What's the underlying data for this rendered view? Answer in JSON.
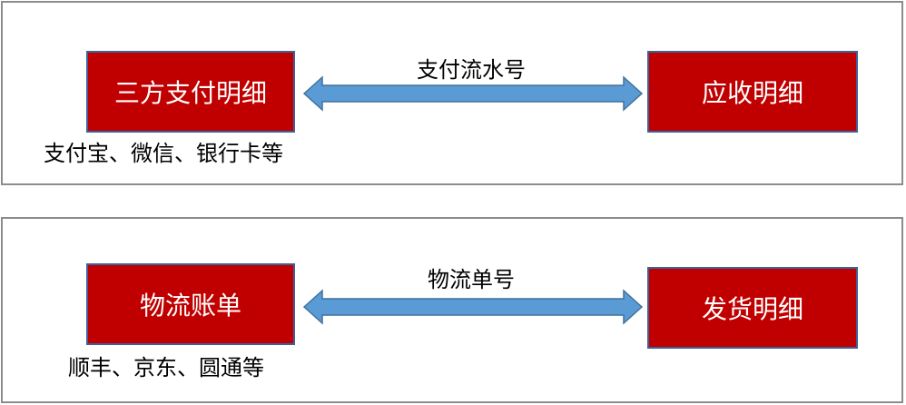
{
  "colors": {
    "box_fill": "#c00000",
    "box_border": "#3f5f9a",
    "arrow_fill": "#5b9bd5",
    "arrow_stroke": "#41719c",
    "panel_border": "#8c8c8c"
  },
  "panels": [
    {
      "left_box": "三方支付明细",
      "left_sub": "支付宝、微信、银行卡等",
      "link_label": "支付流水号",
      "right_box": "应收明细"
    },
    {
      "left_box": "物流账单",
      "left_sub": "顺丰、京东、圆通等",
      "link_label": "物流单号",
      "right_box": "发货明细"
    }
  ]
}
